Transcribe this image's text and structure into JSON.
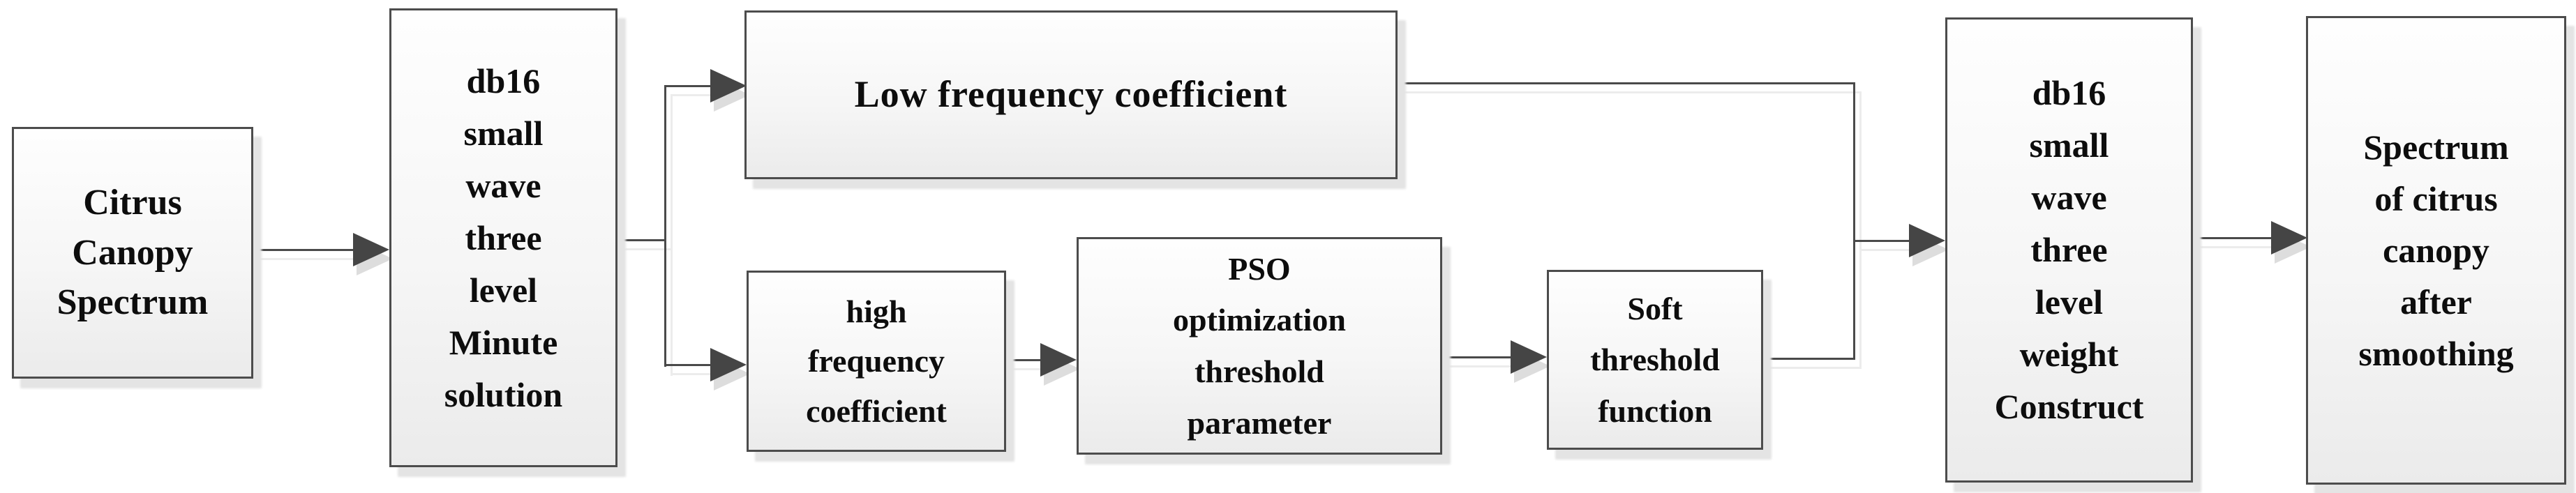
{
  "diagram": {
    "type": "flowchart",
    "background_color": "#ffffff",
    "box_border_color": "#4c4c4c",
    "box_fill_top": "#fefefe",
    "box_fill_bottom": "#ebebeb",
    "connector_color": "#4a4a4a",
    "arrowhead_color": "#454545",
    "shadow_color": "#e4e4e4",
    "text_color": "#0d0d0d",
    "nodes": [
      {
        "id": "citrus-canopy-spectrum",
        "label": "Citrus\nCanopy\nSpectrum"
      },
      {
        "id": "db16-wavelet-decomposition",
        "label": "db16\nsmall\nwave\nthree\nlevel\nMinute\nsolution"
      },
      {
        "id": "low-frequency-coefficient",
        "label": "Low frequency coefficient"
      },
      {
        "id": "high-frequency-coefficient",
        "label": "high\nfrequency\ncoefficient"
      },
      {
        "id": "pso-threshold-optimization",
        "label": "PSO\noptimization\nthreshold\nparameter"
      },
      {
        "id": "soft-threshold-function",
        "label": "Soft\nthreshold\nfunction"
      },
      {
        "id": "db16-wavelet-reconstruction",
        "label": "db16\nsmall\nwave\nthree\nlevel\nweight\nConstruct"
      },
      {
        "id": "smoothed-spectrum",
        "label": "Spectrum\nof citrus\ncanopy\nafter\nsmoothing"
      }
    ],
    "edges": [
      {
        "from": "citrus-canopy-spectrum",
        "to": "db16-wavelet-decomposition"
      },
      {
        "from": "db16-wavelet-decomposition",
        "to": "low-frequency-coefficient"
      },
      {
        "from": "db16-wavelet-decomposition",
        "to": "high-frequency-coefficient"
      },
      {
        "from": "high-frequency-coefficient",
        "to": "pso-threshold-optimization"
      },
      {
        "from": "pso-threshold-optimization",
        "to": "soft-threshold-function"
      },
      {
        "from": "low-frequency-coefficient",
        "to": "db16-wavelet-reconstruction"
      },
      {
        "from": "soft-threshold-function",
        "to": "db16-wavelet-reconstruction"
      },
      {
        "from": "db16-wavelet-reconstruction",
        "to": "smoothed-spectrum"
      }
    ]
  }
}
